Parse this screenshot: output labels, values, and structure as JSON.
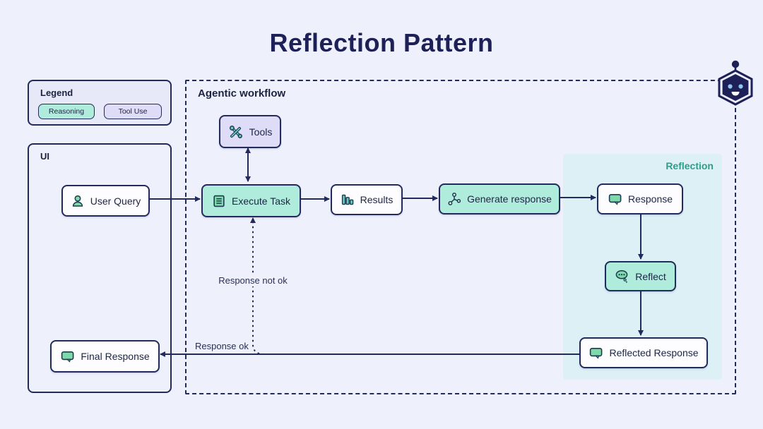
{
  "title": "Reflection Pattern",
  "legend": {
    "title": "Legend",
    "items": [
      {
        "label": "Reasoning",
        "fill": "#b0ecdc"
      },
      {
        "label": "Tool Use",
        "fill": "#dedcf7"
      }
    ]
  },
  "ui_panel": {
    "title": "UI",
    "user_query": "User Query",
    "final_response": "Final Response"
  },
  "workflow": {
    "title": "Agentic workflow",
    "tools": "Tools",
    "execute_task": "Execute Task",
    "results": "Results",
    "generate_response": "Generate response",
    "response": "Response",
    "reflect": "Reflect",
    "reflected_response": "Reflected Response",
    "labels": {
      "response_ok": "Response ok",
      "response_not_ok": "Response not ok"
    }
  },
  "reflection_panel": {
    "title": "Reflection"
  },
  "icons": {
    "user_query": "person-icon",
    "tools": "tools-icon",
    "execute_task": "document-list-icon",
    "results": "bar-chart-icon",
    "generate_response": "network-icon",
    "response": "chat-bubble-icon",
    "reflect": "thought-bubble-icon",
    "reflected_response": "chat-bubble-icon",
    "final_response": "chat-bubble-icon",
    "mascot": "robot-icon"
  },
  "colors": {
    "background": "#eef1fc",
    "ink": "#232a5c",
    "title": "#1e2157",
    "reasoning_fill": "#b0ecdc",
    "tool_use_fill": "#dedcf7",
    "node_fill": "#fdfdff",
    "reflection_fill": "#dcf0f6",
    "reflection_label": "#2e9e88",
    "icon_green": "#7ed9ab",
    "icon_teal": "#66cfc0",
    "eye_blue": "#8fc7ee"
  }
}
